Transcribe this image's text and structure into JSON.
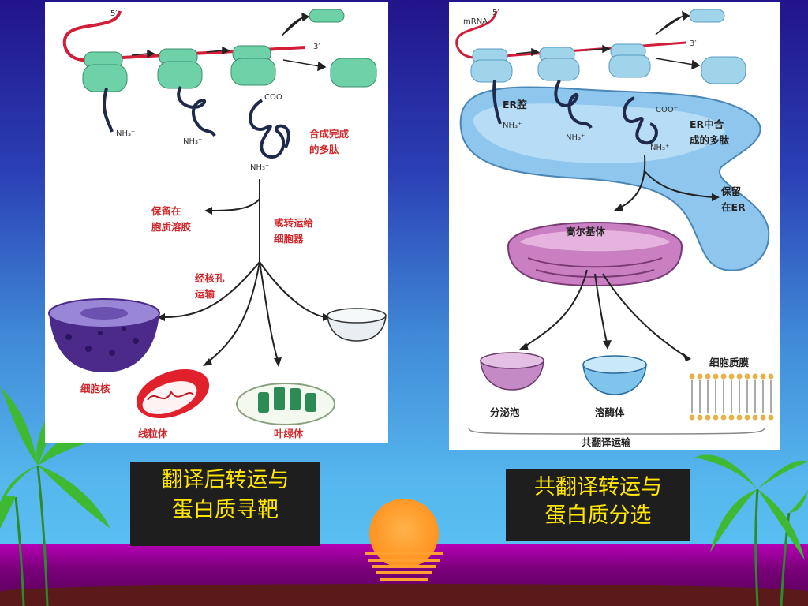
{
  "left_diagram": {
    "five_prime": "5′",
    "three_prime": "3′",
    "nh3_1": "NH₃⁺",
    "nh3_2": "NH₃⁺",
    "nh3_3": "NH₃⁺",
    "coo": "COO⁻",
    "synth_done_line1": "合成完成",
    "synth_done_line2": "的多肽",
    "retain_line1": "保留在",
    "retain_line2": "胞质溶胶",
    "transport_line1": "或转运给",
    "transport_line2": "细胞器",
    "pore_line1": "经核孔",
    "pore_line2": "运输",
    "nucleus": "细胞核",
    "mitochondria": "线粒体",
    "chloroplast": "叶绿体"
  },
  "right_diagram": {
    "five_prime": "5′",
    "mrna": "mRNA",
    "three_prime": "3′",
    "er_lumen": "ER腔",
    "nh3_1": "NH₃⁺",
    "nh3_2": "NH₃⁺",
    "nh3_3": "NH₃⁺",
    "coo": "COO⁻",
    "er_peptide_line1": "ER中合",
    "er_peptide_line2": "成的多肽",
    "retain_line1": "保留",
    "retain_line2": "在ER",
    "golgi": "高尔基体",
    "vesicle": "分泌泡",
    "lysosome": "溶酶体",
    "membrane": "细胞质膜",
    "cotrans": "共翻译运输"
  },
  "captions": {
    "left_line1": "翻译后转运与",
    "left_line2": "蛋白质寻靶",
    "right_line1": "共翻译转运与",
    "right_line2": "蛋白质分选"
  },
  "colors": {
    "ribosome_left": "#6fd1a8",
    "ribosome_right": "#9fd4ea",
    "mrna": "#d11f3a",
    "er": "#8ec6ee",
    "golgi": "#c97fc2",
    "caption_text": "#ffe600"
  }
}
